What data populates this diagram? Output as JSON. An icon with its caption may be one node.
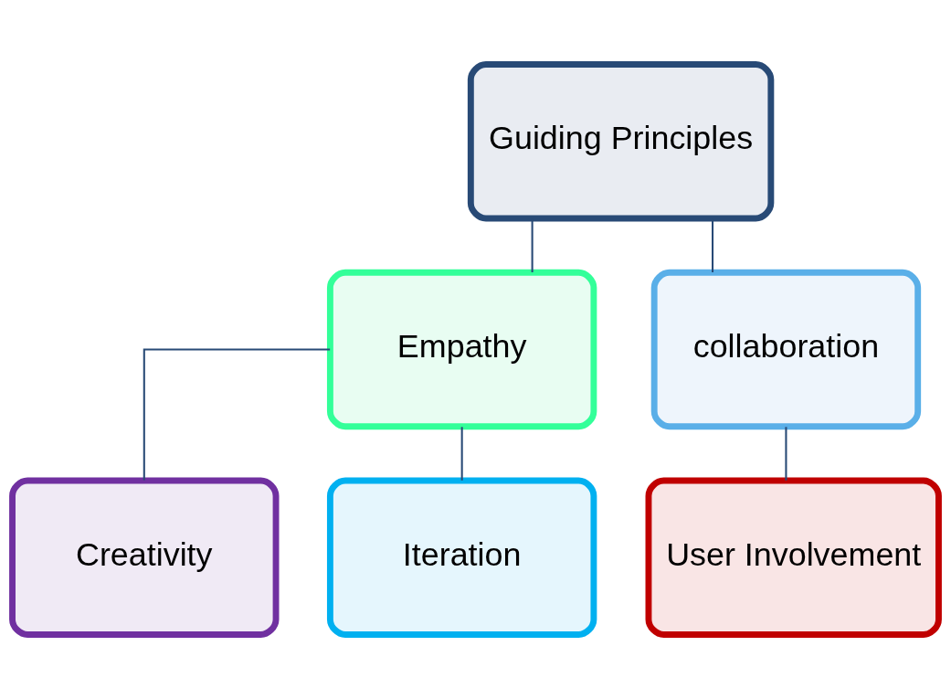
{
  "diagram": {
    "nodes": [
      {
        "text": [
          "Guiding Principles"
        ]
      },
      {
        "text": [
          "Empathy"
        ]
      },
      {
        "text": [
          "collaboration"
        ]
      },
      {
        "text": [
          "Creativity"
        ]
      },
      {
        "text": [
          "Iteration"
        ]
      },
      {
        "text": [
          "User Involvement"
        ]
      }
    ],
    "edges": [
      {
        "from": 0,
        "to": 1,
        "arrow": "none"
      },
      {
        "from": 0,
        "to": 2,
        "arrow": "none"
      },
      {
        "from": 1,
        "to": 3,
        "arrow": "none"
      },
      {
        "from": 1,
        "to": 4,
        "arrow": "none"
      },
      {
        "from": 2,
        "to": 5,
        "arrow": "none"
      }
    ]
  }
}
